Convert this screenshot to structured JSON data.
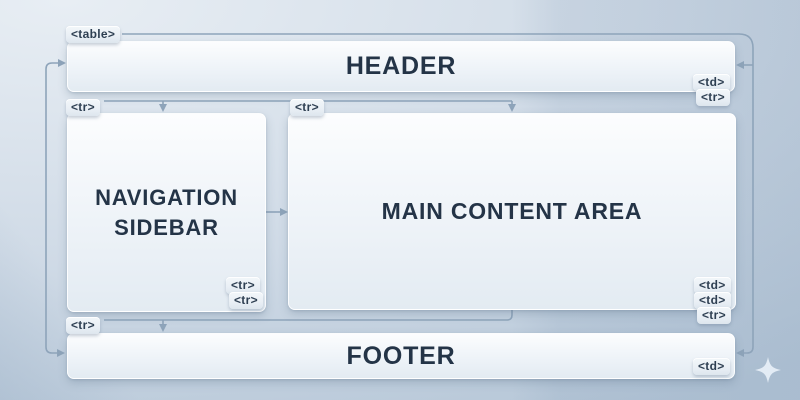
{
  "boxes": {
    "header": {
      "label": "HEADER"
    },
    "sidebar": {
      "label_line1": "NAVIGATION",
      "label_line2": "SIDEBAR"
    },
    "main": {
      "label": "MAIN CONTENT AREA"
    },
    "footer": {
      "label": "FOOTER"
    }
  },
  "tags": {
    "table_top": "<table>",
    "header_td": "<td>",
    "header_tr": "<tr>",
    "sidebar_row_tr": "<tr>",
    "main_row_tr": "<tr>",
    "sidebar_tr_a": "<tr>",
    "sidebar_tr_b": "<tr>",
    "main_td_a": "<td>",
    "main_td_b": "<td>",
    "main_tr": "<tr>",
    "footer_row_tr": "<tr>",
    "footer_td": "<td>"
  },
  "icons": {
    "sparkle_icon": "✦"
  },
  "colors": {
    "bg_light": "#e8eef4",
    "bg_mid": "#cfdae6",
    "bg_dark": "#b5c6d7",
    "box_top": "#fcfdfe",
    "box_bottom": "#e3ebf2",
    "title_color": "#243447",
    "tag_text": "#2e3f52",
    "tag_bg": "#e9eff5",
    "line_color": "#8ea4ba"
  }
}
